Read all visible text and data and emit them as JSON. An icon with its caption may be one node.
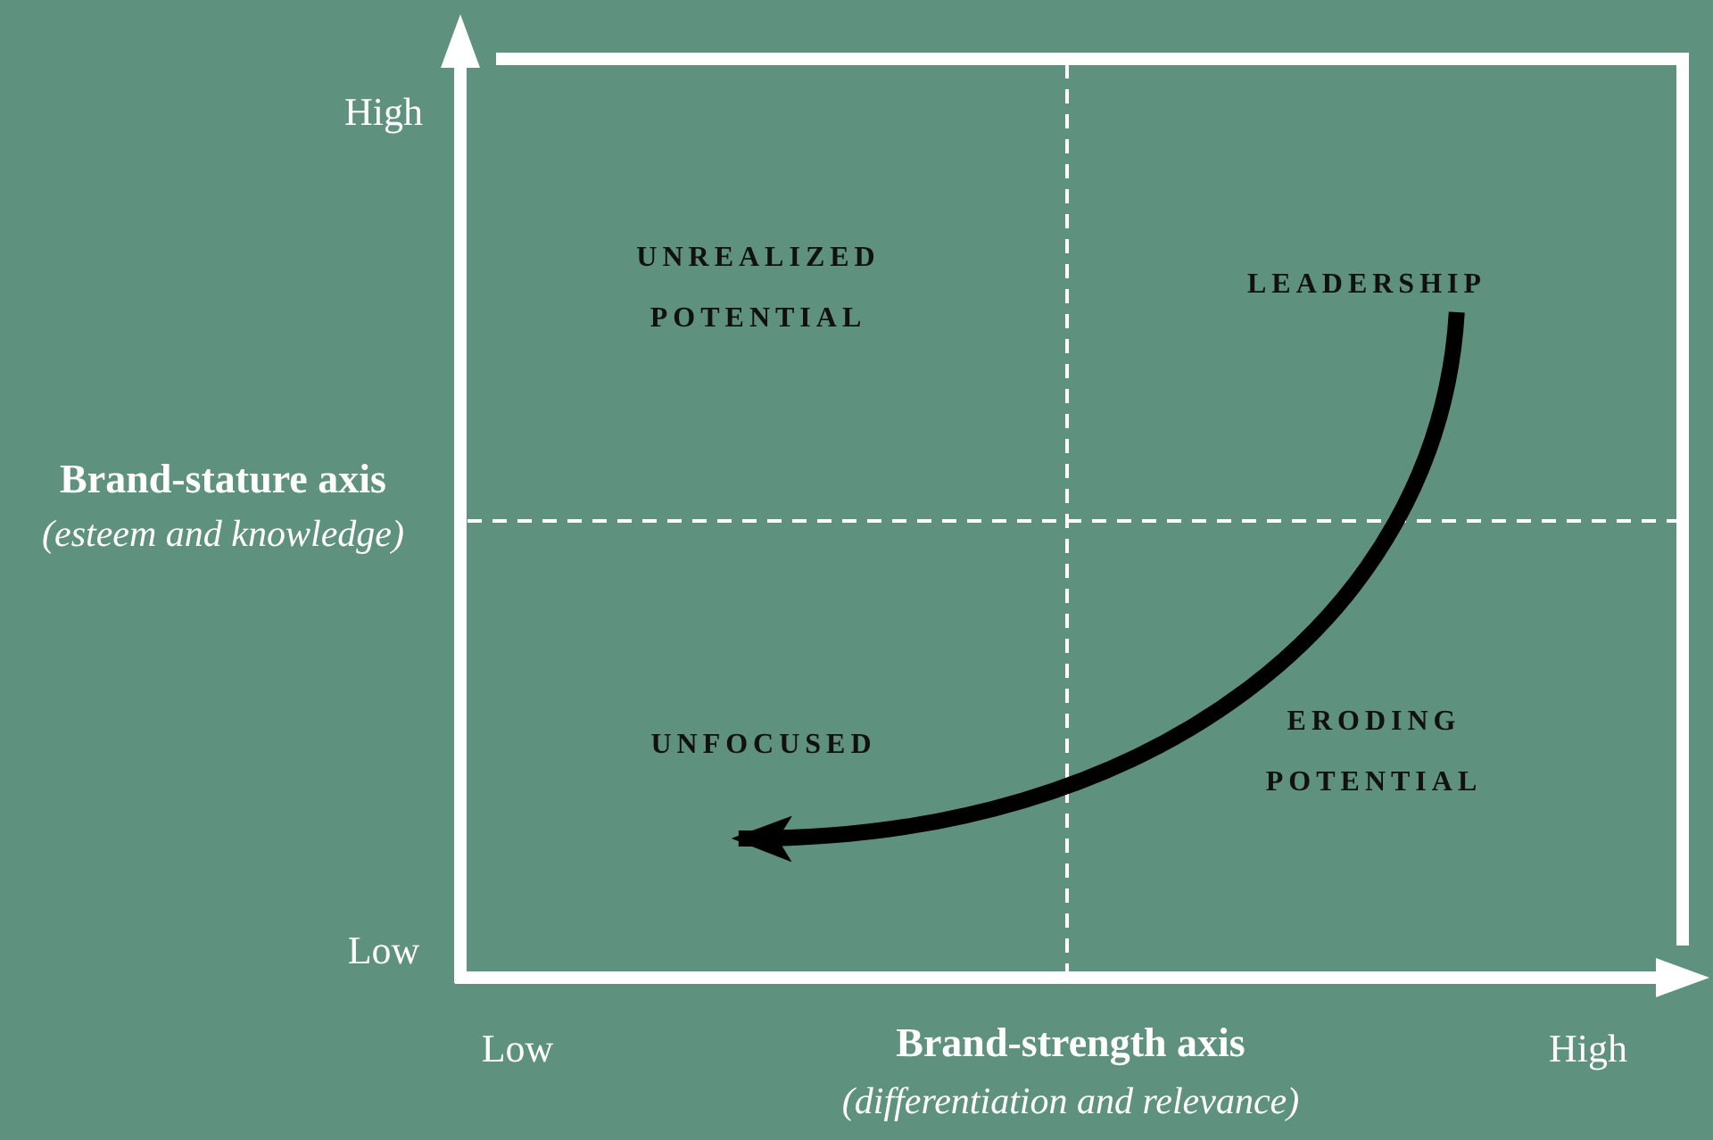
{
  "diagram": {
    "nodes": [
      {
        "text": [
          "LEADERSHIP"
        ]
      },
      {
        "text": [
          "UNFOCUSED"
        ]
      }
    ],
    "edges": [
      {
        "from": 0,
        "to": 1,
        "arrow": "to"
      }
    ],
    "labels": [
      "High",
      "UNREALIZED POTENTIAL",
      "Brand-stature axis",
      "(esteem and knowledge)",
      "ERODING POTENTIAL",
      "Low",
      "Low",
      "Brand-strength axis",
      "High",
      "(differentiation and relevance)"
    ]
  }
}
